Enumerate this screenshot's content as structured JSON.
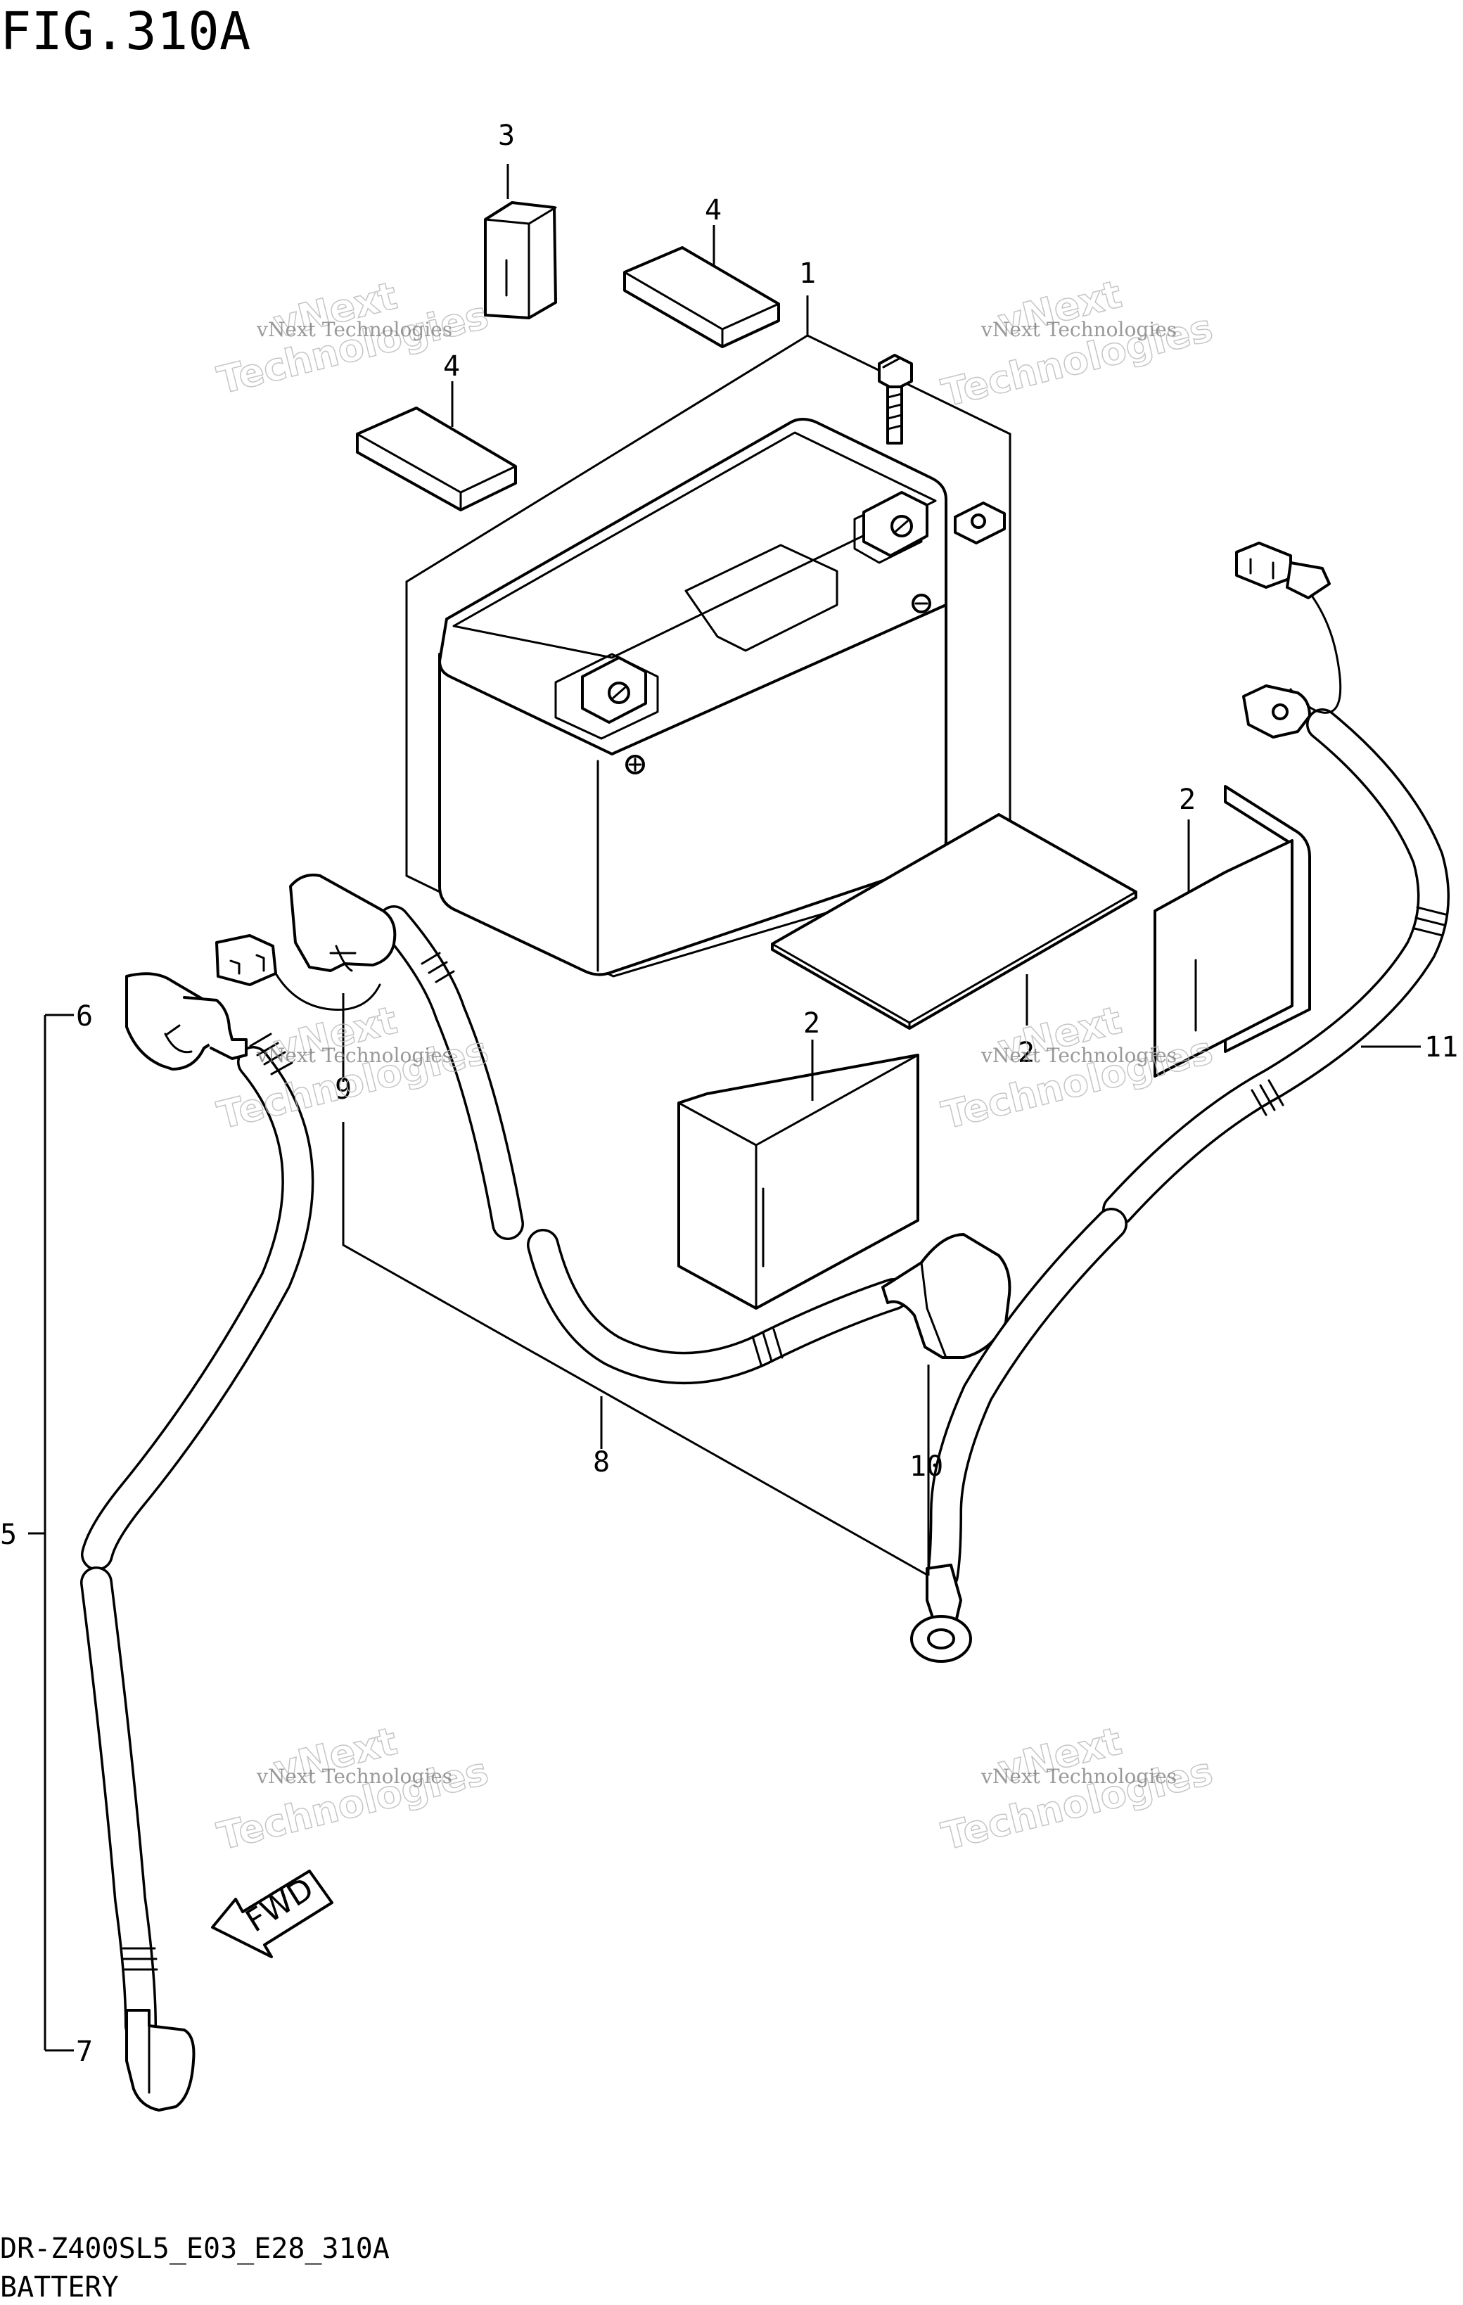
{
  "figure": {
    "title": "FIG.310A"
  },
  "callouts": {
    "c1": "1",
    "c2a": "2",
    "c2b": "2",
    "c2c": "2",
    "c3": "3",
    "c4a": "4",
    "c4b": "4",
    "c5": "5",
    "c6": "6",
    "c7": "7",
    "c8": "8",
    "c9": "9",
    "c10": "10",
    "c11": "11"
  },
  "direction": {
    "fwd_label": "FWD"
  },
  "watermark": {
    "line1": "vNext Technologies",
    "line2": "Technologies",
    "line3": "vNext"
  },
  "footer": {
    "model_code": "DR-Z400SL5_E03_E28_310A",
    "caption": "BATTERY"
  }
}
